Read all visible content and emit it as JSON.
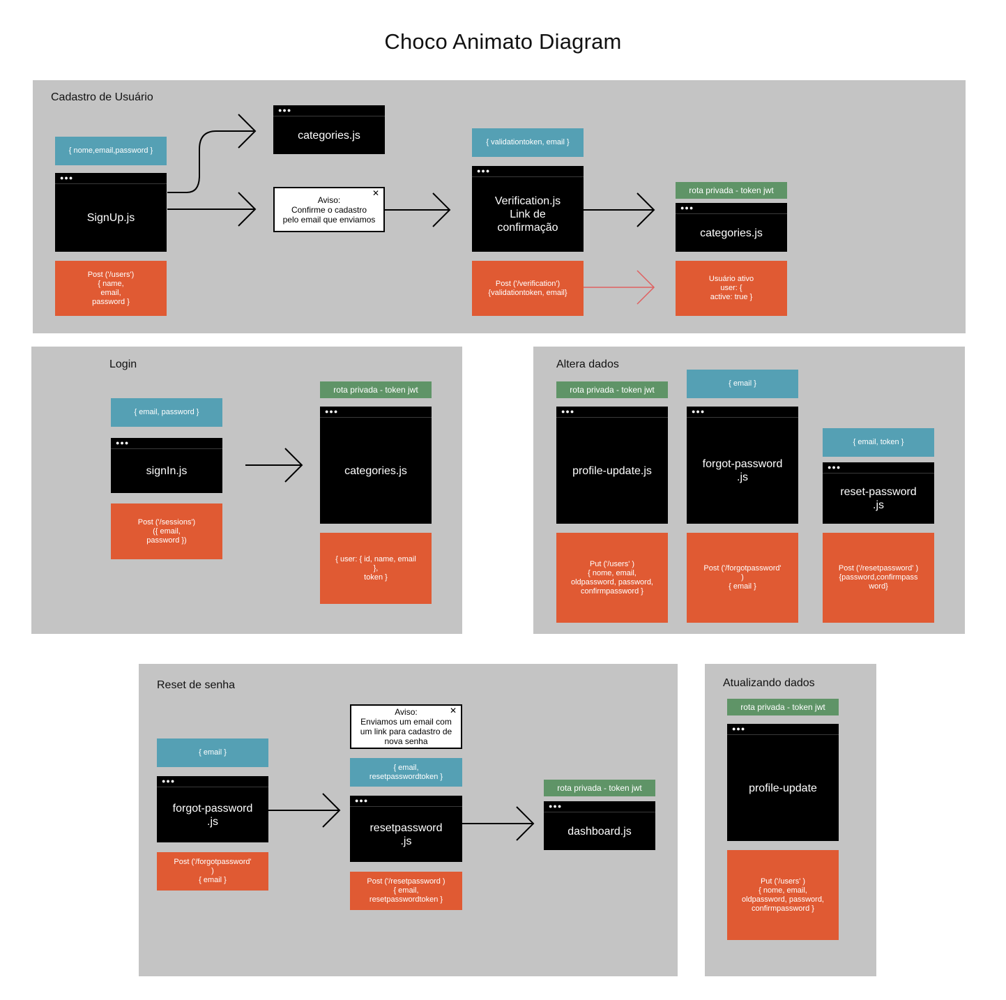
{
  "title": "Choco Animato Diagram",
  "colors": {
    "panel": "#c4c4c4",
    "payload": "#55a0b4",
    "private_route": "#5f9467",
    "request": "#e05a33",
    "window": "#000000"
  },
  "window_dots": "●●●",
  "close_glyph": "✕",
  "cadastro": {
    "title": "Cadastro de Usuário",
    "signup_payload": "{ nome,email,password }",
    "signup_window": "SignUp.js",
    "signup_post": "Post ('/users')\n{ name,\nemail,\npassword }",
    "categories_top": "categories.js",
    "alert_text": "Aviso:\nConfirme o cadastro\npelo email que enviamos",
    "verification_payload": "{ validationtoken, email }",
    "verification_window": "Verification.js\nLink de\nconfirmação",
    "verification_post": "Post ('/verification')\n{validationtoken, email}",
    "private_route": "rota privada - token jwt",
    "categories_right": "categories.js",
    "active_user": "Usuário ativo\nuser: {\nactive: true }"
  },
  "login": {
    "title": "Login",
    "payload": "{ email, password }",
    "window": "signIn.js",
    "post": "Post ('/sessions')\n({ email,\npassword })",
    "private_route": "rota privada - token jwt",
    "categories_window": "categories.js",
    "response": "{ user: { id, name, email\n},\ntoken }"
  },
  "altera": {
    "title": "Altera dados",
    "private_route": "rota privada - token jwt",
    "profile_window": "profile-update.js",
    "profile_put": "Put ('/users' )\n{ nome, email,\noldpassword, password,\nconfirmpassword }",
    "forgot_payload": "{ email }",
    "forgot_window": "forgot-password\n.js",
    "forgot_post": "Post ('/forgotpassword'\n)\n{ email }",
    "reset_payload": "{ email, token }",
    "reset_window": "reset-password\n.js",
    "reset_post": "Post ('/resetpassword' )\n{password,confirmpass\nword}"
  },
  "reset": {
    "title": "Reset de senha",
    "forgot_payload": "{ email }",
    "forgot_window": "forgot-password\n.js",
    "forgot_post": "Post ('/forgotpassword'\n)\n{ email }",
    "alert_text": "Aviso:\nEnviamos um email com\num link para cadastro de\nnova senha",
    "reset_payload": "{ email,\nresetpasswordtoken }",
    "reset_window": "resetpassword\n.js",
    "reset_post": "Post ('/resetpassword )\n{ email,\nresetpasswordtoken }",
    "private_route": "rota privada - token jwt",
    "dashboard_window": "dashboard.js"
  },
  "atualizando": {
    "title": "Atualizando dados",
    "private_route": "rota privada - token jwt",
    "window": "profile-update",
    "put": "Put ('/users' )\n{ nome, email,\noldpassword, password,\nconfirmpassword }"
  }
}
